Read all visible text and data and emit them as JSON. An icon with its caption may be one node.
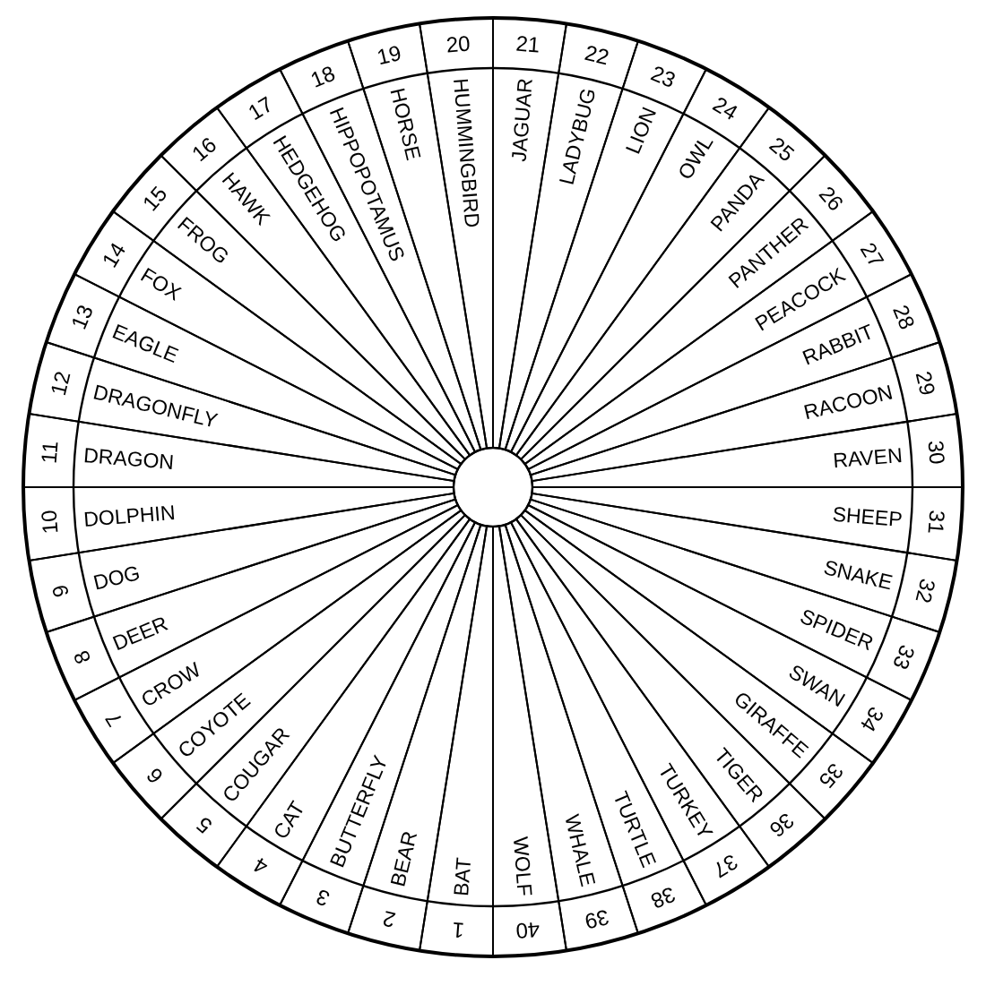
{
  "diagram": {
    "nodes": [
      {
        "text": [
          "1",
          "BAT"
        ]
      },
      {
        "text": [
          "2",
          "BEAR"
        ]
      },
      {
        "text": [
          "3",
          "BUTTERFLY"
        ]
      },
      {
        "text": [
          "4",
          "CAT"
        ]
      },
      {
        "text": [
          "5",
          "COUGAR"
        ]
      },
      {
        "text": [
          "6",
          "COYOTE"
        ]
      },
      {
        "text": [
          "7",
          "CROW"
        ]
      },
      {
        "text": [
          "8",
          "DEER"
        ]
      },
      {
        "text": [
          "9",
          "DOG"
        ]
      },
      {
        "text": [
          "10",
          "DOLPHIN"
        ]
      },
      {
        "text": [
          "11",
          "DRAGON"
        ]
      },
      {
        "text": [
          "12",
          "DRAGONFLY"
        ]
      },
      {
        "text": [
          "13",
          "EAGLE"
        ]
      },
      {
        "text": [
          "14",
          "FOX"
        ]
      },
      {
        "text": [
          "15",
          "FROG"
        ]
      },
      {
        "text": [
          "16",
          "HAWK"
        ]
      },
      {
        "text": [
          "17",
          "HEDGEHOG"
        ]
      },
      {
        "text": [
          "18",
          "HIPPOPOTAMUS"
        ]
      },
      {
        "text": [
          "19",
          "HORSE"
        ]
      },
      {
        "text": [
          "20",
          "HUMMINGBIRD"
        ]
      },
      {
        "text": [
          "21",
          "JAGUAR"
        ]
      },
      {
        "text": [
          "22",
          "LADYBUG"
        ]
      },
      {
        "text": [
          "23",
          "LION"
        ]
      },
      {
        "text": [
          "24",
          "OWL"
        ]
      },
      {
        "text": [
          "25",
          "PANDA"
        ]
      },
      {
        "text": [
          "26",
          "PANTHER"
        ]
      },
      {
        "text": [
          "27",
          "PEACOCK"
        ]
      },
      {
        "text": [
          "28",
          "RABBIT"
        ]
      },
      {
        "text": [
          "29",
          "RACOON"
        ]
      },
      {
        "text": [
          "30",
          "RAVEN"
        ]
      },
      {
        "text": [
          "31",
          "SHEEP"
        ]
      },
      {
        "text": [
          "32",
          "SNAKE"
        ]
      },
      {
        "text": [
          "33",
          "SPIDER"
        ]
      },
      {
        "text": [
          "34",
          "SWAN"
        ]
      },
      {
        "text": [
          "35",
          "GIRAFFE"
        ]
      },
      {
        "text": [
          "36",
          "TIGER"
        ]
      },
      {
        "text": [
          "37",
          "TURKEY"
        ]
      },
      {
        "text": [
          "38",
          "TURTLE"
        ]
      },
      {
        "text": [
          "39",
          "WHALE"
        ]
      },
      {
        "text": [
          "40",
          "WOLF"
        ]
      }
    ]
  }
}
